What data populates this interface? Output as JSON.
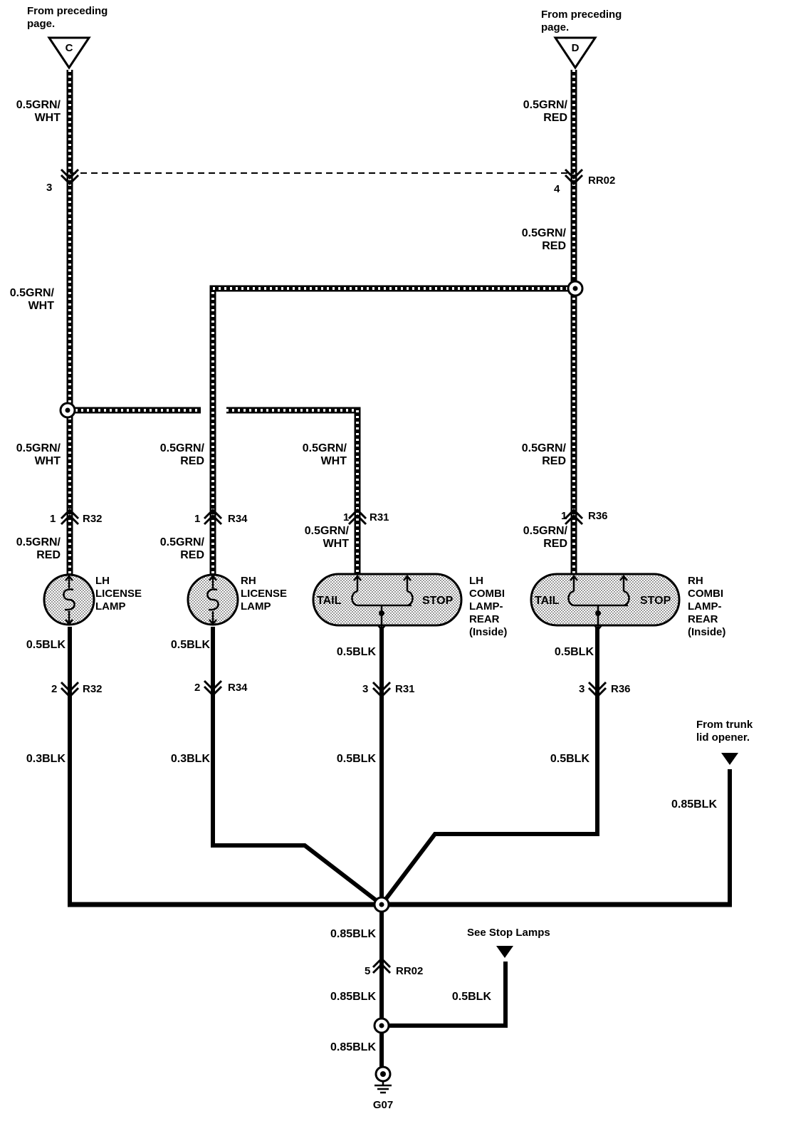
{
  "offpage": {
    "c": {
      "letter": "C",
      "note_1": "From preceding",
      "note_2": "page."
    },
    "d": {
      "letter": "D",
      "note_1": "From preceding",
      "note_2": "page."
    },
    "trunk_1": "From trunk",
    "trunk_2": "lid opener.",
    "stop_lamps": "See Stop Lamps"
  },
  "wires": {
    "grn_wht_top": [
      "0.5GRN/",
      "WHT"
    ],
    "grn_red_top": [
      "0.5GRN/",
      "RED"
    ],
    "grn_red_mid": [
      "0.5GRN/",
      "RED"
    ],
    "grn_wht_mid": [
      "0.5GRN/",
      "WHT"
    ],
    "lh_lic_in": [
      "0.5GRN/",
      "WHT"
    ],
    "rh_lic_in": [
      "0.5GRN/",
      "RED"
    ],
    "lh_combi_in": [
      "0.5GRN/",
      "WHT"
    ],
    "rh_combi_in": [
      "0.5GRN/",
      "RED"
    ],
    "lh_lic_lamp": [
      "0.5GRN/",
      "RED"
    ],
    "rh_lic_lamp": [
      "0.5GRN/",
      "RED"
    ],
    "lh_combi_lamp": [
      "0.5GRN/",
      "WHT"
    ],
    "rh_combi_lamp": [
      "0.5GRN/",
      "RED"
    ],
    "lh_lic_out": "0.5BLK",
    "rh_lic_out": "0.5BLK",
    "lh_combi_out": "0.5BLK",
    "rh_combi_out": "0.5BLK",
    "lh_lic_gnd": "0.3BLK",
    "rh_lic_gnd": "0.3BLK",
    "lh_combi_gnd": "0.5BLK",
    "rh_combi_gnd": "0.5BLK",
    "trunk": "0.85BLK",
    "main_1": "0.85BLK",
    "main_2": "0.85BLK",
    "main_3": "0.85BLK",
    "stop": "0.5BLK"
  },
  "connectors": {
    "rr02_top_lh": {
      "pin": "3"
    },
    "rr02_top_rh": {
      "pin": "4",
      "name": "RR02"
    },
    "r32_in": {
      "pin": "1",
      "name": "R32"
    },
    "r34_in": {
      "pin": "1",
      "name": "R34"
    },
    "r31_in": {
      "pin": "1",
      "name": "R31"
    },
    "r36_in": {
      "pin": "1",
      "name": "R36"
    },
    "r32_out": {
      "pin": "2",
      "name": "R32"
    },
    "r34_out": {
      "pin": "2",
      "name": "R34"
    },
    "r31_out": {
      "pin": "3",
      "name": "R31"
    },
    "r36_out": {
      "pin": "3",
      "name": "R36"
    },
    "rr02_bottom": {
      "pin": "5",
      "name": "RR02"
    }
  },
  "components": {
    "lh_license": [
      "LH",
      "LICENSE",
      "LAMP"
    ],
    "rh_license": [
      "RH",
      "LICENSE",
      "LAMP"
    ],
    "lh_combi": [
      "LH",
      "COMBI",
      "LAMP-",
      "REAR",
      "(Inside)"
    ],
    "rh_combi": [
      "RH",
      "COMBI",
      "LAMP-",
      "REAR",
      "(Inside)"
    ],
    "tail": "TAIL",
    "stop": "STOP"
  },
  "ground": "G07"
}
